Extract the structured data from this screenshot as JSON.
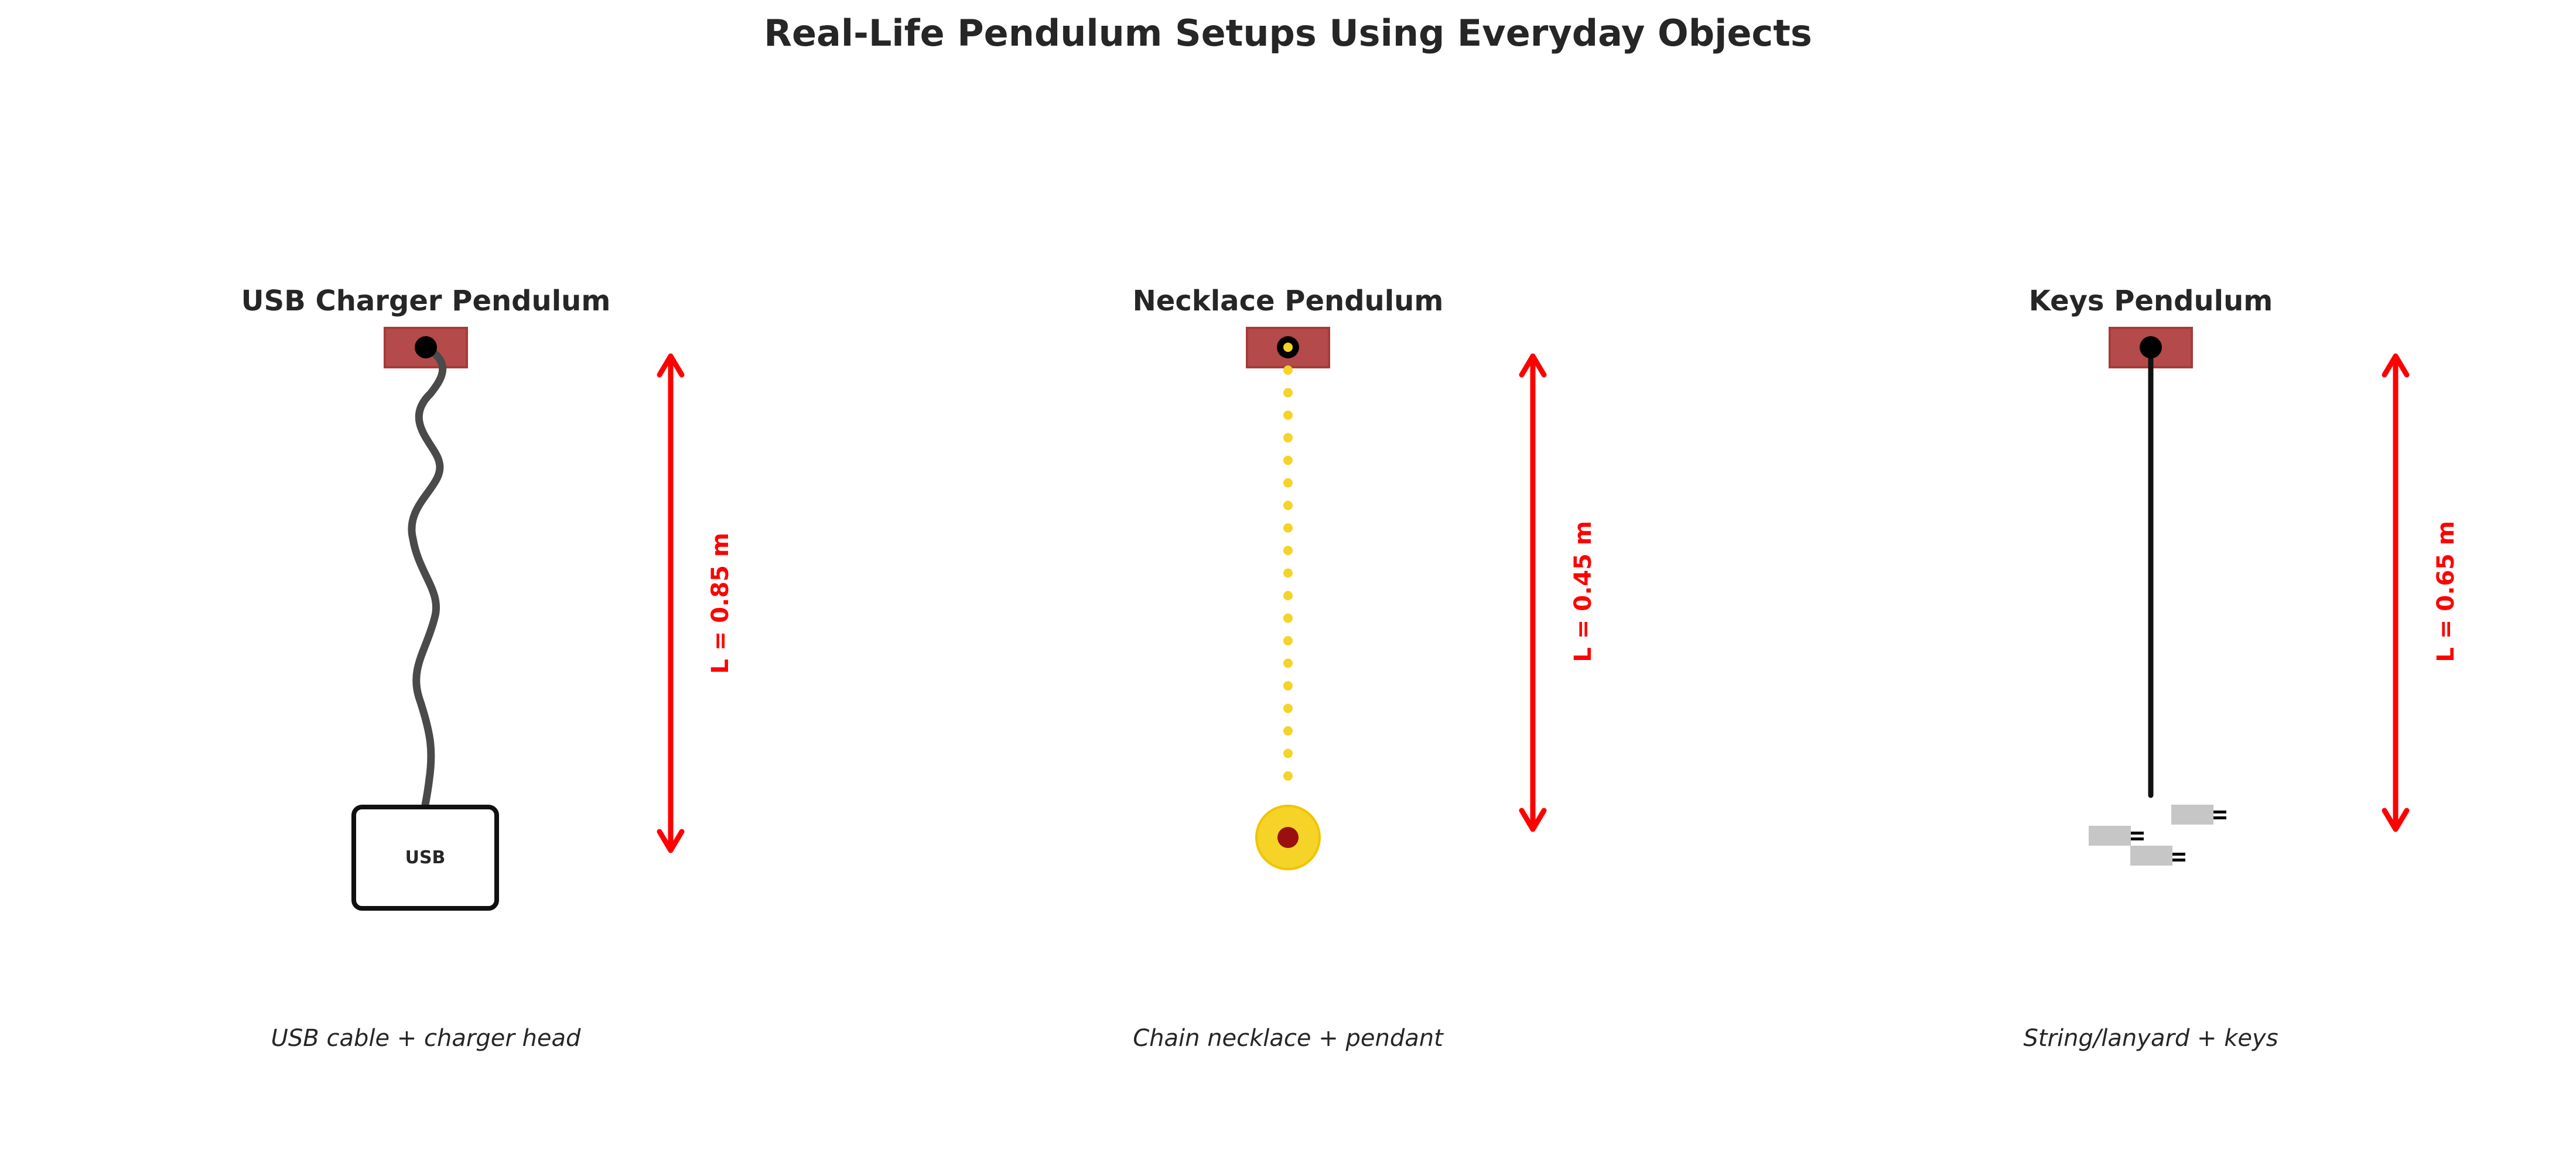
{
  "title": "Real-Life Pendulum Setups Using Everyday Objects",
  "colors": {
    "mount": "#b54a4a",
    "mount_edge": "#a83a3a",
    "arrow": "#ff0000",
    "cable": "#4a4a4a",
    "chain": "#f5d327",
    "pendant_outer": "#f5d327",
    "pendant_inner": "#9a1010",
    "string": "#111111",
    "key": "#c6c6c6",
    "text": "#262626"
  },
  "panels": [
    {
      "title": "USB Charger Pendulum",
      "caption": "USB cable + charger head",
      "length_label": "L = 0.85 m",
      "bob_label": "USB",
      "length_m": 0.85
    },
    {
      "title": "Necklace Pendulum",
      "caption": "Chain necklace + pendant",
      "length_label": "L = 0.45 m",
      "length_m": 0.45
    },
    {
      "title": "Keys Pendulum",
      "caption": "String/lanyard + keys",
      "length_label": "L = 0.65 m",
      "length_m": 0.65
    }
  ]
}
